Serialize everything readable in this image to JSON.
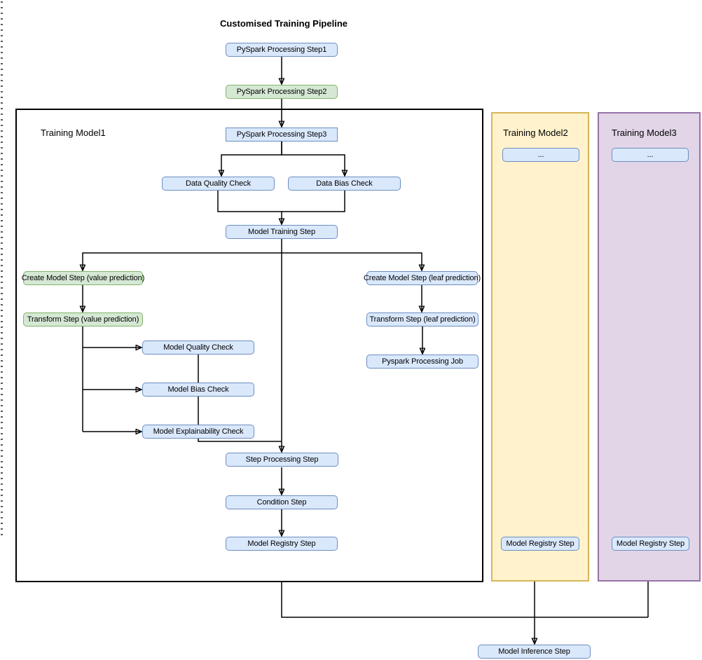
{
  "title": "Customised Training Pipeline",
  "colors": {
    "blue_fill": "#dae8fc",
    "blue_stroke": "#6c8ebf",
    "green_fill": "#d5e8d4",
    "green_stroke": "#82b366",
    "yellow_fill": "#fff2cc",
    "yellow_stroke": "#d6b656",
    "purple_fill": "#e1d5e7",
    "purple_stroke": "#9673a6",
    "connector": "#000000"
  },
  "containers": {
    "model1": {
      "label": "Training Model1"
    },
    "model2": {
      "label": "Training Model2"
    },
    "model3": {
      "label": "Training Model3"
    }
  },
  "nodes": {
    "pyspark1": "PySpark Processing Step1",
    "pyspark2": "PySpark Processing Step2",
    "pyspark3": "PySpark Processing Step3",
    "data_quality": "Data Quality Check",
    "data_bias": "Data Bias Check",
    "model_training": "Model Training Step",
    "create_value": "Create Model Step (value prediction)",
    "transform_value": "Transform Step (value prediction)",
    "model_quality": "Model Quality Check",
    "model_bias": "Model Bias Check",
    "model_explainability": "Model Explainability Check",
    "step_processing": "Step Processing Step",
    "condition": "Condition Step",
    "model_registry1": "Model Registry Step",
    "create_leaf": "Create Model Step (leaf prediction)",
    "transform_leaf": "Transform Step (leaf prediction)",
    "pyspark_job": "Pyspark Processing Job",
    "ellipsis2": "...",
    "model_registry2": "Model Registry Step",
    "ellipsis3": "...",
    "model_registry3": "Model Registry Step",
    "model_inference": "Model Inference Step"
  }
}
